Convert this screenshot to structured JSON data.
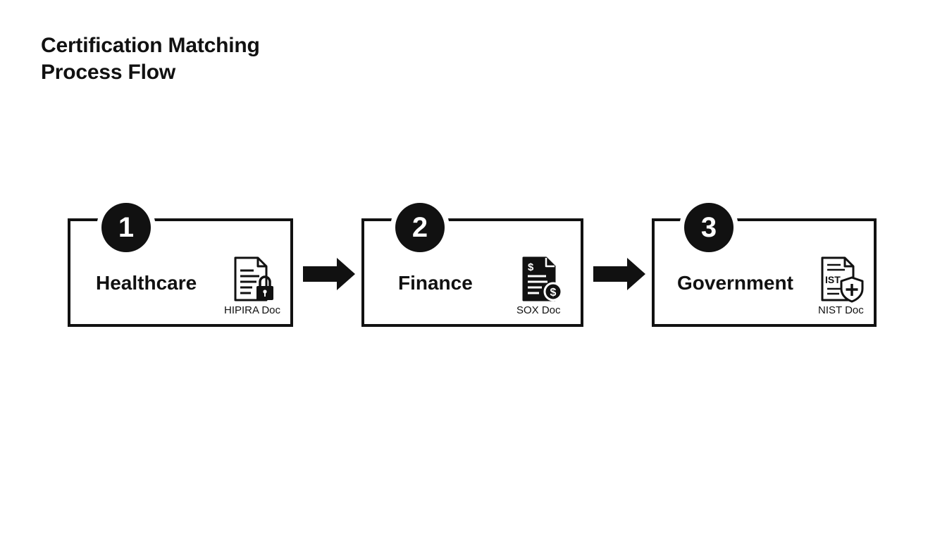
{
  "title": {
    "line1": "Certification Matching",
    "line2": "Process Flow"
  },
  "steps": [
    {
      "number": "1",
      "label": "Healthcare",
      "doc_label": "HIPIRA Doc",
      "icon": "document-lock-icon"
    },
    {
      "number": "2",
      "label": "Finance",
      "doc_label": "SOX Doc",
      "icon": "document-dollar-icon"
    },
    {
      "number": "3",
      "label": "Government",
      "doc_label": "NIST Doc",
      "icon": "document-shield-icon",
      "icon_text": "IST"
    }
  ],
  "connectors": [
    "arrow-right-icon",
    "arrow-right-icon"
  ],
  "colors": {
    "ink": "#111111",
    "background": "#ffffff"
  }
}
